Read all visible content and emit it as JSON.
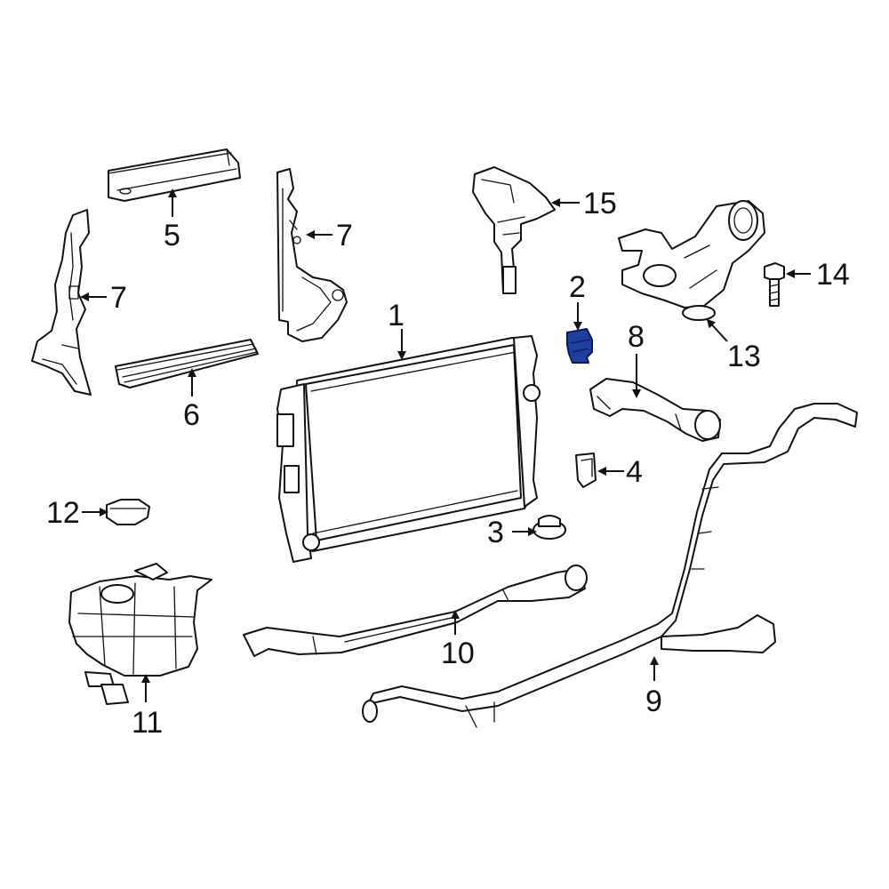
{
  "diagram": {
    "callouts": {
      "c1": "1",
      "c2": "2",
      "c3": "3",
      "c4": "4",
      "c5": "5",
      "c6": "6",
      "c7a": "7",
      "c7b": "7",
      "c8": "8",
      "c9": "9",
      "c10": "10",
      "c11": "11",
      "c12": "12",
      "c13": "13",
      "c14": "14",
      "c15": "15"
    },
    "highlight_color": "#1f3f9f",
    "highlighted_part": "2"
  }
}
